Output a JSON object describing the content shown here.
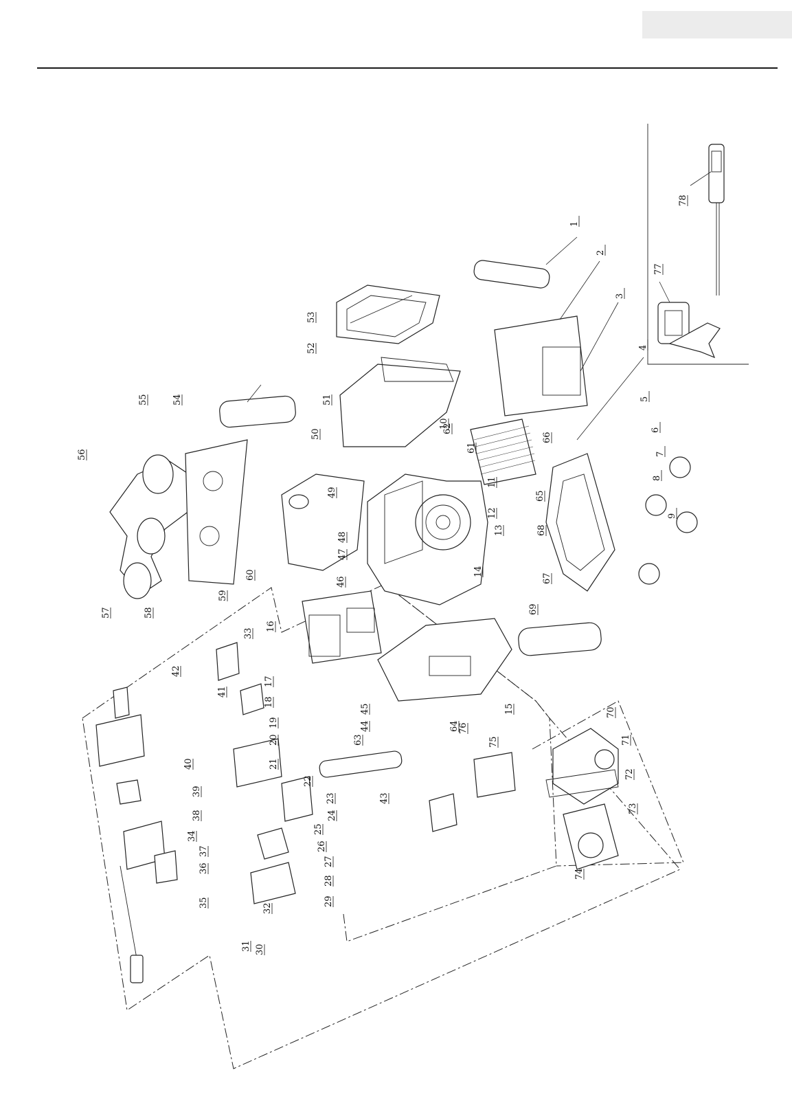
{
  "diagram": {
    "callouts": [
      "1",
      "2",
      "3",
      "4",
      "5",
      "6",
      "7",
      "8",
      "9",
      "10",
      "11",
      "12",
      "13",
      "14",
      "15",
      "16",
      "17",
      "18",
      "19",
      "20",
      "21",
      "22",
      "23",
      "24",
      "25",
      "26",
      "27",
      "28",
      "29",
      "30",
      "31",
      "32",
      "33",
      "34",
      "35",
      "36",
      "37",
      "38",
      "39",
      "40",
      "41",
      "42",
      "43",
      "44",
      "45",
      "46",
      "47",
      "48",
      "49",
      "50",
      "51",
      "52",
      "53",
      "54",
      "55",
      "56",
      "57",
      "58",
      "59",
      "60",
      "61",
      "62",
      "63",
      "64",
      "65",
      "66",
      "67",
      "68",
      "69",
      "70",
      "71",
      "72",
      "73",
      "74",
      "75",
      "76",
      "77",
      "78"
    ]
  }
}
